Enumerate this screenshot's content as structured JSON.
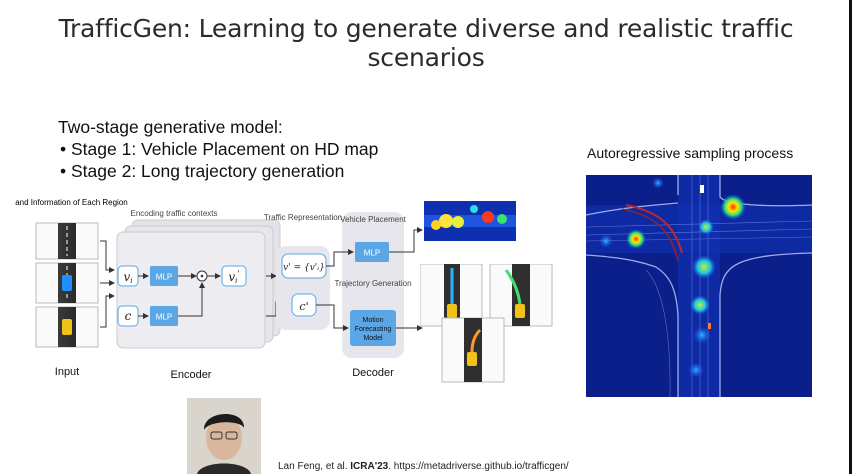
{
  "title": "TrafficGen: Learning to generate diverse and realistic traffic scenarios",
  "bullets": {
    "heading": "Two-stage generative model:",
    "items": [
      "Stage 1: Vehicle Placement on HD map",
      "Stage 2: Long trajectory generation"
    ]
  },
  "autoregressive": {
    "label": "Autoregressive sampling process"
  },
  "diagram": {
    "input_caption": "Vector and Information of Each Region",
    "encoding_caption": "Encoding traffic contexts",
    "traffic_representation": "Traffic Representation",
    "vehicle_placement": "Vehicle Placement",
    "trajectory_generation": "Trajectory Generation",
    "mlp": "MLP",
    "motion_model": [
      "Motion",
      "Forecasting",
      "Model"
    ],
    "vi": "v",
    "vi_sub": "i",
    "vi_prime": "v",
    "c": "c",
    "c_prime": "c'",
    "v_set": "v' = {v'ᵢ}",
    "section_input": "Input",
    "section_encoder": "Encoder",
    "section_decoder": "Decoder"
  },
  "citation": {
    "authors": "Lan Feng, et al. ",
    "venue": "ICRA'23",
    "url": ". https://metadriverse.github.io/trafficgen/"
  },
  "colors": {
    "mlp_blue": "#5aa6e6",
    "heat_bg": "#0b1f8a",
    "panel_gray": "#e6e6ec"
  }
}
